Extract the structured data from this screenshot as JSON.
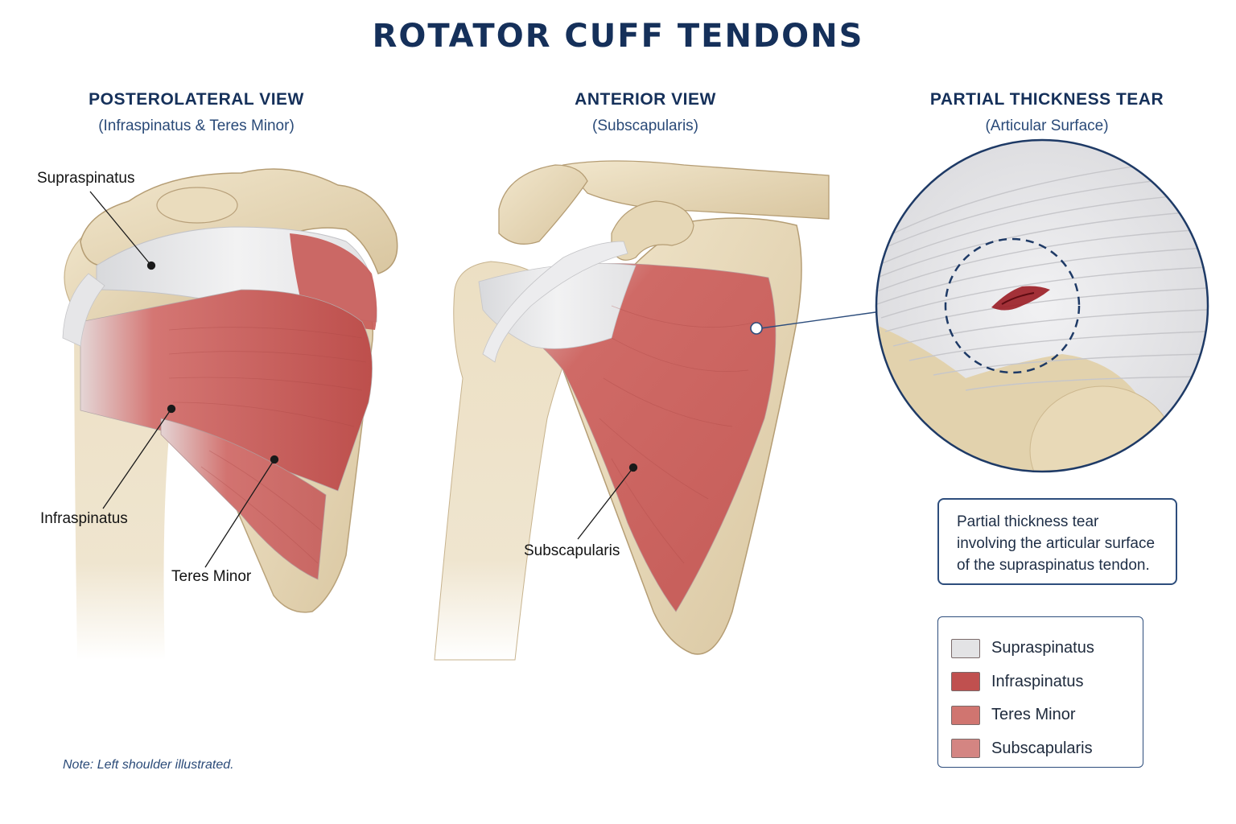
{
  "title": "ROTATOR CUFF TENDONS",
  "views": [
    {
      "heading": "POSTEROLATERAL VIEW",
      "subheading": "(Infraspinatus & Teres Minor)"
    },
    {
      "heading": "ANTERIOR VIEW",
      "subheading": "(Subscapularis)"
    },
    {
      "heading": "PARTIAL THICKNESS TEAR",
      "subheading": "(Articular Surface)"
    }
  ],
  "labels": {
    "supraspinatus": "Supraspinatus",
    "infraspinatus": "Infraspinatus",
    "teres_minor": "Teres Minor",
    "subscapularis": "Subscapularis"
  },
  "callout": {
    "line1": "Partial thickness tear",
    "line2": "involving the articular surface",
    "line3": "of the supraspinatus tendon."
  },
  "legend": [
    {
      "label": "Supraspinatus",
      "color": "#e3e3e5"
    },
    {
      "label": "Infraspinatus",
      "color": "#c0504f"
    },
    {
      "label": "Teres Minor",
      "color": "#d07570"
    },
    {
      "label": "Subscapularis",
      "color": "#d48582"
    }
  ],
  "note": "Note:  Left shoulder illustrated.",
  "colors": {
    "navy": "#15305a",
    "bone": "#e9dcc0",
    "tendon": "#e8e8ea",
    "muscle": "#c25752",
    "tear": "#9a1c24"
  }
}
